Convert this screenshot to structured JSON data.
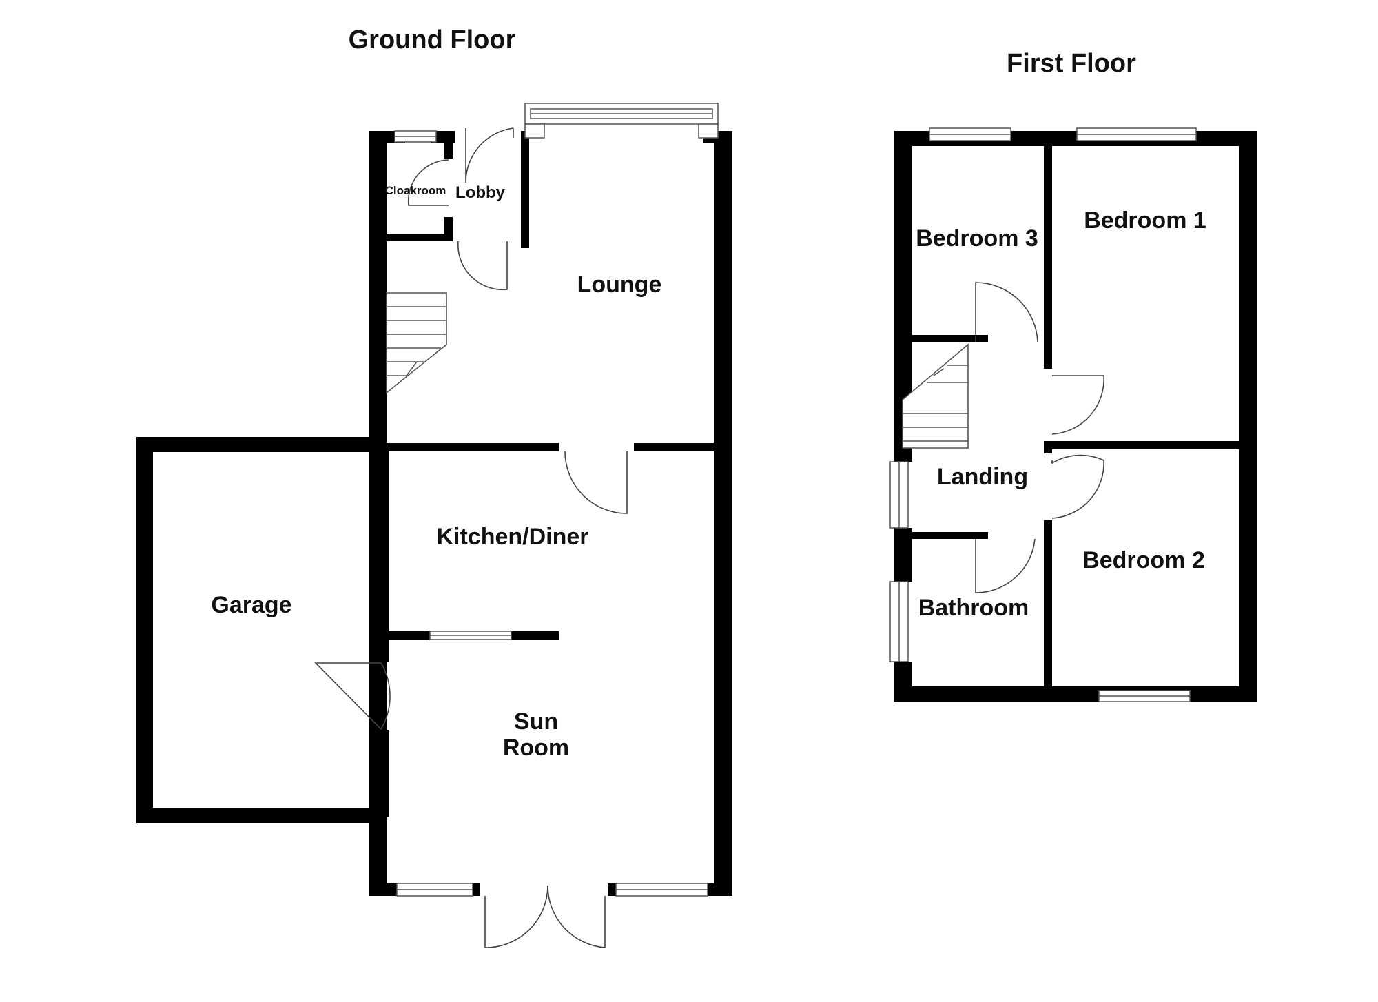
{
  "titles": {
    "ground_floor": "Ground Floor",
    "first_floor": "First Floor"
  },
  "ground_floor_rooms": {
    "cloakroom": "Cloakroom",
    "lobby": "Lobby",
    "lounge": "Lounge",
    "kitchen_diner": "Kitchen/Diner",
    "garage": "Garage",
    "sun_room_line1": "Sun",
    "sun_room_line2": "Room"
  },
  "first_floor_rooms": {
    "bedroom_3": "Bedroom 3",
    "bedroom_1": "Bedroom 1",
    "landing": "Landing",
    "bathroom": "Bathroom",
    "bedroom_2": "Bedroom 2"
  },
  "colors": {
    "wall": "#000000",
    "background": "#ffffff",
    "text": "#111111"
  }
}
